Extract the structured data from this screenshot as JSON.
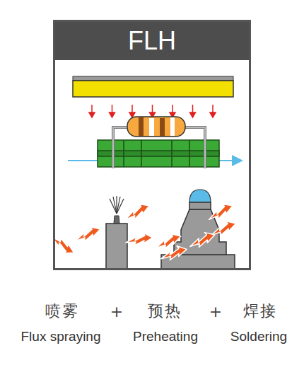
{
  "diagram": {
    "nodes": [
      {
        "text": [
          "FLH"
        ]
      }
    ],
    "labels": [
      "喷雾",
      "+",
      "预热",
      "+",
      "焊接",
      "Flux spraying",
      "Preheating",
      "Soldering"
    ]
  }
}
